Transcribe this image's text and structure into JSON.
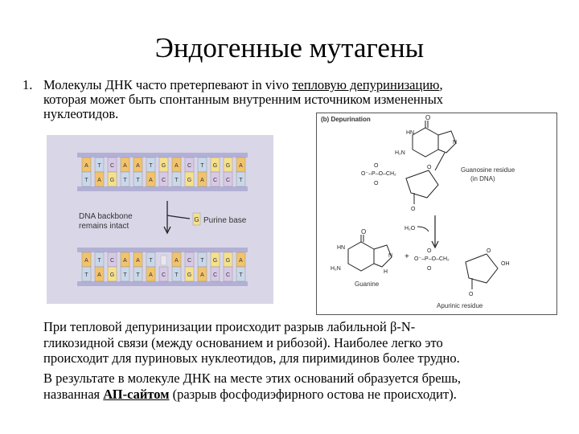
{
  "slide": {
    "title": "Эндогенные мутагены",
    "item": {
      "number": "1.",
      "line1_pre": "Молекулы ДНК часто претерпевают in vivo ",
      "line1_term": "тепловую депуринизацию",
      "line1_post": ",",
      "line2": "которая может быть спонтанным внутренним источником измененных",
      "line3": "нуклеотидов."
    },
    "paragraph1": {
      "line1": "При тепловой депуринизации происходит разрыв лабильной β-N-",
      "line2": "гликозидной связи (между основанием и рибозой). Наиболее легко это",
      "line3": "происходит для пуриновых нуклеотидов, для пиримидинов более трудно."
    },
    "paragraph2": {
      "line1": "В результате в молекуле ДНК на месте этих оснований образуется брешь,",
      "line2_pre": "названная ",
      "line2_term": "АП-сайтом",
      "line2_post": " (разрыв фосфодиэфирного остова не происходит)."
    }
  },
  "dna_figure": {
    "top_strand_bases": [
      "A",
      "T",
      "C",
      "A",
      "A",
      "T",
      "G",
      "A",
      "C",
      "T",
      "G",
      "G",
      "A"
    ],
    "bottom_strand_bases": [
      "T",
      "A",
      "G",
      "T",
      "T",
      "A",
      "C",
      "T",
      "G",
      "A",
      "C",
      "C",
      "T"
    ],
    "after_top_strand_bases": [
      "A",
      "T",
      "C",
      "A",
      "A",
      "T",
      "",
      "A",
      "C",
      "T",
      "G",
      "G",
      "A"
    ],
    "backbone_label_line1": "DNA backbone",
    "backbone_label_line2": "remains intact",
    "released_base": "G",
    "purine_label": "Purine base",
    "colors": {
      "panel": "#d9d6e7",
      "backbone": "#b3b0d6",
      "A": "#f2c36b",
      "T": "#c9d7ea",
      "C": "#d7c9e6",
      "G": "#f5e08e"
    }
  },
  "chem_figure": {
    "panel_label": "(b) Depurination",
    "guanosine_label_line1": "Guanosine residue",
    "guanosine_label_line2": "(in DNA)",
    "guanine_label": "Guanine",
    "apurinic_label": "Apurinic residue",
    "water": "H₂O"
  }
}
